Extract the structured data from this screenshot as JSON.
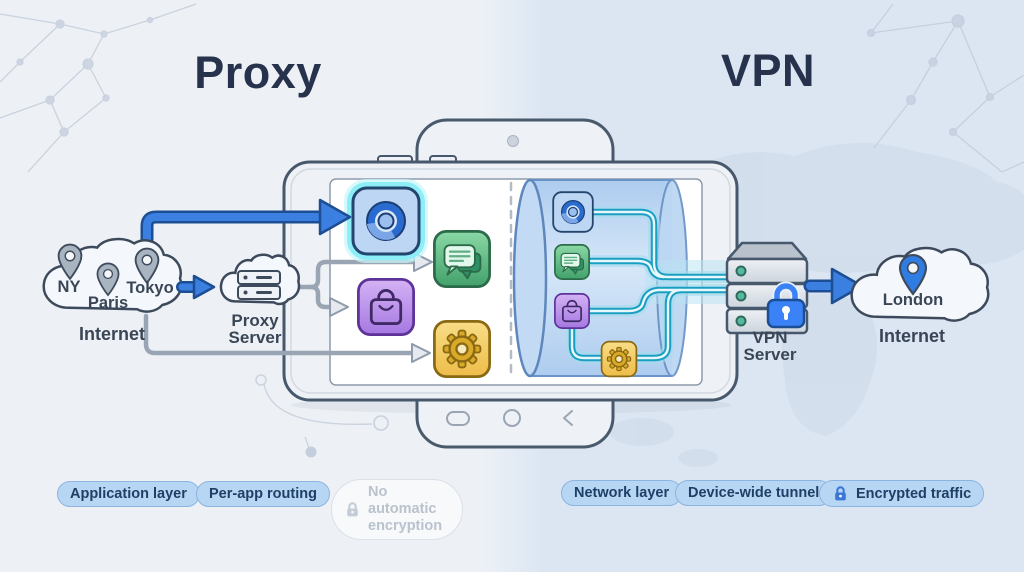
{
  "left_panel": {
    "title": "Proxy",
    "internet_cloud": {
      "label": "Internet",
      "pins": [
        {
          "label": "NY"
        },
        {
          "label": "Paris"
        },
        {
          "label": "Tokyo"
        }
      ]
    },
    "proxy_server": {
      "label_line1": "Proxy",
      "label_line2": "Server"
    },
    "badges": [
      {
        "label": "Application layer"
      },
      {
        "label": "Per-app routing"
      },
      {
        "label": "No automatic encryption",
        "icon": "lock"
      }
    ]
  },
  "right_panel": {
    "title": "VPN",
    "internet_cloud": {
      "label": "Internet",
      "pins": [
        {
          "label": "London"
        }
      ]
    },
    "vpn_server": {
      "label_line1": "VPN",
      "label_line2": "Server"
    },
    "badges": [
      {
        "label": "Network layer"
      },
      {
        "label": "Device-wide tunnel"
      },
      {
        "label": "Encrypted traffic",
        "icon": "lock"
      }
    ]
  },
  "device": {
    "apps": [
      {
        "name": "browser"
      },
      {
        "name": "chat"
      },
      {
        "name": "shopping"
      },
      {
        "name": "settings"
      }
    ]
  },
  "icons": {
    "browser": "chrome-style browser disc",
    "chat": "speech bubbles",
    "shopping": "shopping bag",
    "settings": "gear",
    "lock": "padlock",
    "pin": "location pin"
  },
  "colors": {
    "accent_blue": "#3b7fe0",
    "arrow_outline": "#1d4e94",
    "tunnel_teal": "#1a9fc2",
    "badge_blue": "#b7d6f3",
    "badge_text": "#1f3f66",
    "title": "#27324d",
    "app_green": "#48a671",
    "app_purple": "#a678e2",
    "app_yellow": "#edbd4a",
    "muted_text": "#b9c2cd"
  }
}
